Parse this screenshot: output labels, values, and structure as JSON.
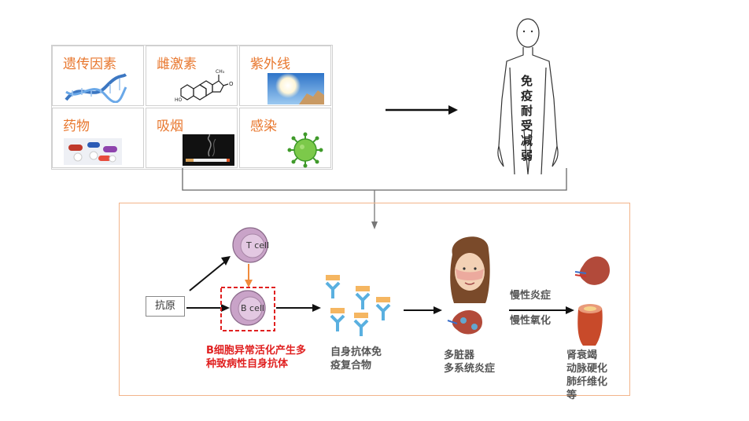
{
  "factors": [
    {
      "label": "遗传因素",
      "icon": "dna-helix-icon"
    },
    {
      "label": "雌激素",
      "icon": "estrogen-molecule-icon"
    },
    {
      "label": "紫外线",
      "icon": "sun-icon"
    },
    {
      "label": "药物",
      "icon": "pills-icon"
    },
    {
      "label": "吸烟",
      "icon": "cigarette-icon"
    },
    {
      "label": "感染",
      "icon": "virus-icon"
    }
  ],
  "estrogen_labels": {
    "ch3": "CH₃",
    "oxygen": "O",
    "ho": "HO"
  },
  "human_figure": {
    "text": "免疫耐受减弱"
  },
  "flow": {
    "antigen": "抗原",
    "t_cell": "T cell",
    "b_cell": "B cell",
    "b_cell_caption": "B细胞异常活化产生多种致病性自身抗体",
    "b_cell_caption_lines": [
      "B细胞异常活化产生多",
      "种致病性自身抗体"
    ],
    "immune_complex_lines": [
      "自身抗体免",
      "疫复合物"
    ],
    "organ_lines": [
      "多脏器",
      "多系统炎症"
    ],
    "pathway_labels": [
      "慢性炎症",
      "慢性氧化"
    ],
    "outcome_lines": [
      "肾衰竭",
      "动脉硬化",
      "肺纤维化",
      "等"
    ]
  },
  "colors": {
    "accent_orange": "#e8772e",
    "highlight_red": "#e02020",
    "cell_purple": "#c9a3c8",
    "antibody_blue": "#5ab0e0",
    "antigen_orange": "#f5b661"
  }
}
